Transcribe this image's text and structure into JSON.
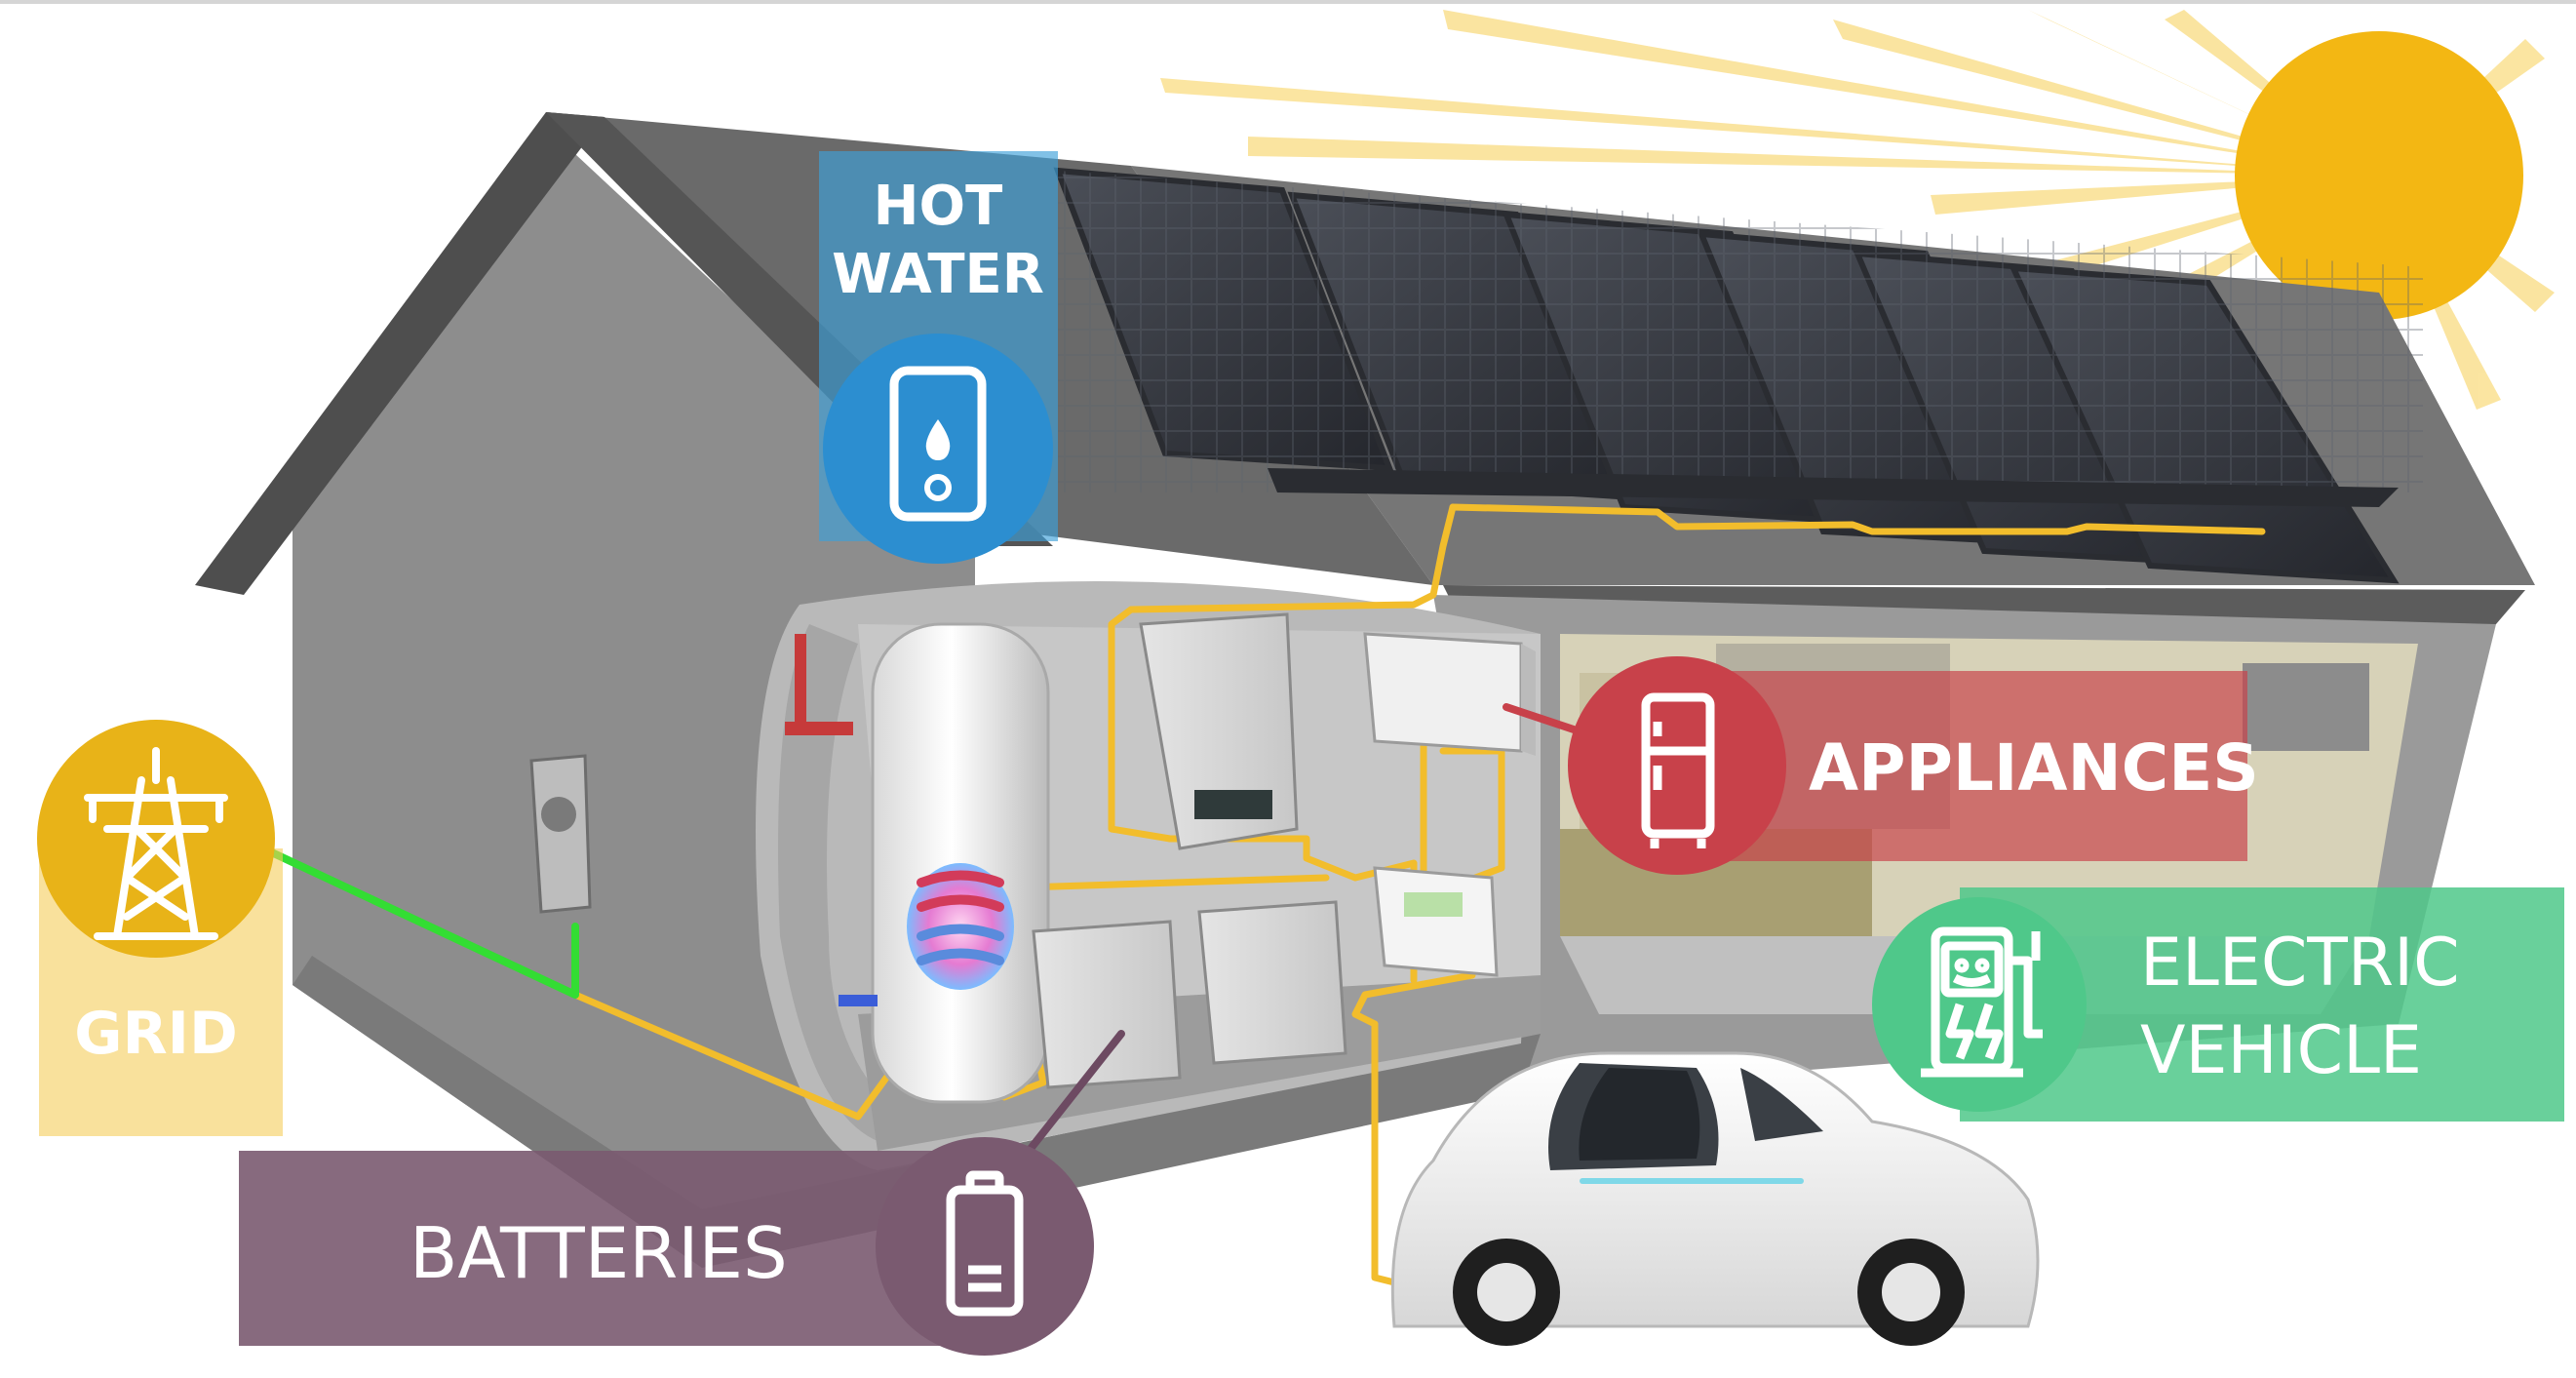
{
  "labels": {
    "hot_water_line1": "HOT",
    "hot_water_line2": "WATER",
    "appliances": "APPLIANCES",
    "ev_line1": "ELECTRIC",
    "ev_line2": "VEHICLE",
    "grid": "GRID",
    "batteries": "BATTERIES"
  },
  "icons": {
    "hot_water": "water-tank-icon",
    "appliances": "fridge-icon",
    "ev": "ev-charger-icon",
    "grid": "power-pylon-icon",
    "batteries": "battery-icon"
  },
  "colors": {
    "hot_water": "#3d9fd8",
    "appliances": "#c8414a",
    "ev": "#4fc88a",
    "grid": "#e8b318",
    "batteries": "#7a5a70",
    "wire": "#f2bd2c",
    "grid_wire": "#33dd33",
    "sun": "#f3b713",
    "house_wall": "#8d8d8d",
    "roof": "#6a6a6a"
  }
}
